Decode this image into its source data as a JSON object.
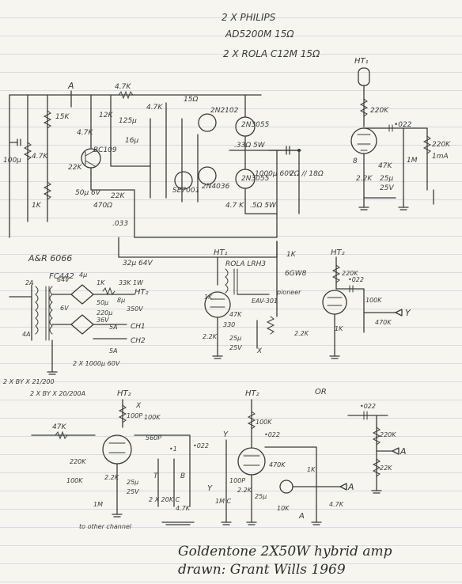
{
  "header": {
    "line1": "2 X PHILIPS",
    "line2": "AD5200M 15Ω",
    "line3": "2 X ROLA C12M 15Ω"
  },
  "power_amp": {
    "node_a": "A",
    "transistors": [
      "BC109",
      "SE7001",
      "2N2102",
      "2N4036",
      "2N3055",
      "2N3055"
    ],
    "values": [
      "4.7K",
      "15K",
      "4.7K",
      "12K",
      "125µ",
      "16µ",
      "22K",
      "50µ 6V",
      "470Ω",
      "22K",
      ".033",
      "1K",
      "100µ",
      "4.7K",
      "4.7K",
      ".33Ω 5W",
      "1000µ 60V",
      "2Ω // 18Ω",
      "32µ 64V",
      "1K",
      "4.7 K",
      ".5Ω 5W",
      "15Ω"
    ]
  },
  "triode_topright": {
    "supply": "HT₁",
    "values": [
      "220K",
      "•022",
      "220K",
      "1mA",
      "1M",
      "47K",
      "2.2K",
      "25µ",
      "25V",
      "8"
    ]
  },
  "psu": {
    "title": "A&R 6066",
    "transformer": "FC442",
    "values": [
      "2A",
      "4A",
      "64V",
      "6V",
      "4µ",
      "1K",
      "50µ",
      "220µ",
      "33K 1W",
      "8µ",
      "350V",
      "36V",
      "5A",
      "5A",
      "2 X 1000µ 60V"
    ],
    "supply": "HT₂",
    "outputs": [
      "CH1",
      "CH2"
    ],
    "diodes1": "2 X BY X 21/200",
    "diodes2": "2 X BY X 20/200A"
  },
  "pentode_mid": {
    "supply1": "HT₁",
    "transformer": "ROLA LRH3",
    "tube1": "6GW8",
    "tube2": "EAV-301",
    "note": "pioneer",
    "values": [
      "1K",
      "47K",
      "2.2K",
      "330",
      "2.2K",
      "220K",
      "•022",
      "100K",
      "470K",
      "1K",
      "25µ",
      "25V"
    ],
    "supply2": "HT₂",
    "out_y": "Y",
    "out_x": "X"
  },
  "preamp_bottom": {
    "supply1": "HT₂",
    "supply2": "HT₂",
    "values": [
      "47K",
      "220K",
      "100P",
      "100K",
      "2.2K",
      "100K",
      "25µ",
      "1M",
      "25V",
      "560P",
      "•1",
      "•022",
      "2 X 20K C",
      "4.7K",
      "100K",
      "1M C",
      "470K",
      "2.2K",
      "25µ",
      "100P",
      "•022",
      "4.7K",
      "10K",
      "1K"
    ],
    "labels": [
      "T",
      "B",
      "X",
      "Y",
      "Y",
      "A",
      "A"
    ],
    "to_other": "to other channel",
    "or_label": "OR"
  },
  "alt_network": {
    "values": [
      "•022",
      "220K",
      "22K"
    ],
    "out": "A"
  },
  "signature": {
    "line1": "Goldentone 2X50W hybrid amp",
    "line2": "drawn: Grant Wills 1969"
  }
}
